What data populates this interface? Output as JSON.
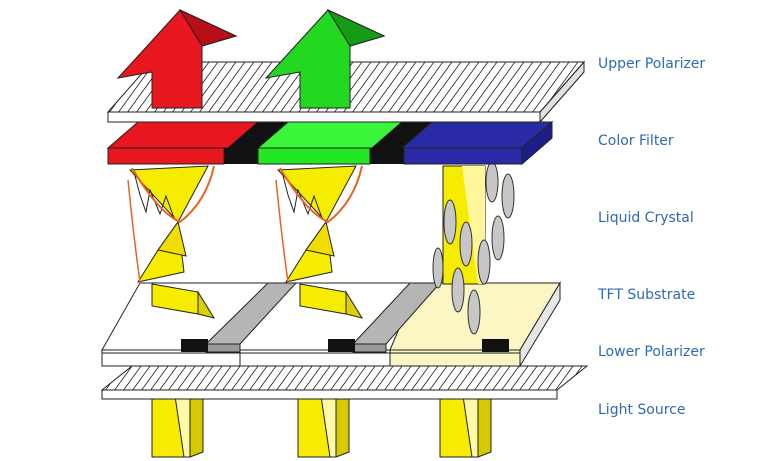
{
  "labels": {
    "upper_polarizer": "Upper Polarizer",
    "color_filter": "Color Filter",
    "liquid_crystal": "Liquid Crystal",
    "tft_substrate": "TFT Substrate",
    "lower_polarizer": "Lower Polarizer",
    "light_source": "Light Source"
  },
  "colors": {
    "label_text": "#2e6ab5",
    "red": "#e8161f",
    "green": "#22d820",
    "blue": "#2a2aa6",
    "light": "#f5ec00",
    "tft_pixel_on": "#fbf6c4",
    "electrode": "#b5b5b5",
    "black_matrix": "#111111"
  }
}
